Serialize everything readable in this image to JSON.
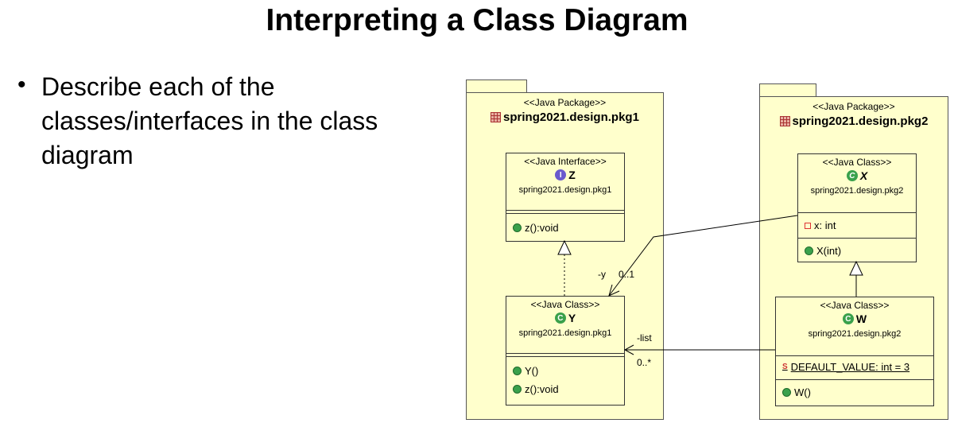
{
  "slide": {
    "title": "Interpreting a Class Diagram",
    "bullet": "Describe each of the classes/interfaces in the class diagram"
  },
  "pkg1": {
    "stereotype": "<<Java Package>>",
    "name": "spring2021.design.pkg1",
    "interface_z": {
      "stereotype": "<<Java Interface>>",
      "name": "Z",
      "package": "spring2021.design.pkg1",
      "op": "z():void"
    },
    "class_y": {
      "stereotype": "<<Java Class>>",
      "name": "Y",
      "package": "spring2021.design.pkg1",
      "ctor": "Y()",
      "op": "z():void"
    }
  },
  "pkg2": {
    "stereotype": "<<Java Package>>",
    "name": "spring2021.design.pkg2",
    "class_x": {
      "stereotype": "<<Java Class>>",
      "name": "X",
      "package": "spring2021.design.pkg2",
      "attr": "x: int",
      "ctor": "X(int)"
    },
    "class_w": {
      "stereotype": "<<Java Class>>",
      "name": "W",
      "package": "spring2021.design.pkg2",
      "attr": "DEFAULT_VALUE: int = 3",
      "ctor": "W()"
    }
  },
  "assoc_y": {
    "role": "-y",
    "mult": "0..1"
  },
  "assoc_list": {
    "role": "-list",
    "mult": "0..*"
  },
  "colors": {
    "package_fill": "#ffffcc",
    "method_dot": "#3aa14b",
    "interface_icon": "#6a5acd",
    "class_icon": "#3aa14b"
  }
}
